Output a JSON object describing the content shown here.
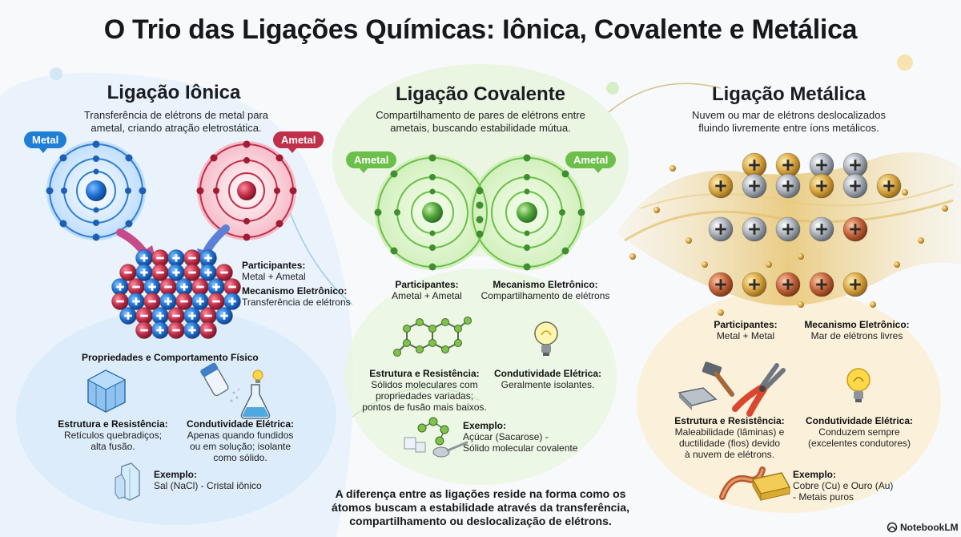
{
  "title": "O Trio das Ligações Químicas: Iônica, Covalente e Metálica",
  "ionic": {
    "title": "Ligação Iônica",
    "subtitle_1": "Transferência de elétrons de metal para",
    "subtitle_2": "ametal, criando atração eletrostática.",
    "tag_metal": "Metal",
    "tag_nonmetal": "Ametal",
    "participants_label": "Participantes:",
    "participants_value": "Metal + Ametal",
    "mechanism_label": "Mecanismo Eletrônico:",
    "mechanism_value": "Transferência de elétrons",
    "properties_heading": "Propriedades e Comportamento Físico",
    "structure_label": "Estrutura e Resistência:",
    "structure_line1": "Retículos quebradiços;",
    "structure_line2": "alta fusão.",
    "conductivity_label": "Condutividade Elétrica:",
    "conductivity_line1": "Apenas quando fundidos",
    "conductivity_line2": "ou em solução; isolante",
    "conductivity_line3": "como sólido.",
    "example_label": "Exemplo:",
    "example_value": "Sal (NaCl) - Cristal iônico"
  },
  "covalent": {
    "title": "Ligação Covalente",
    "subtitle_1": "Compartilhamento de pares de elétrons entre",
    "subtitle_2": "ametais, buscando estabilidade mútua.",
    "tag_left": "Ametal",
    "tag_right": "Ametal",
    "participants_label": "Participantes:",
    "participants_value": "Ametal + Ametal",
    "mechanism_label": "Mecanismo Eletrônico:",
    "mechanism_value": "Compartilhamento de elétrons",
    "structure_label": "Estrutura e Resistência:",
    "structure_line1": "Sólidos moleculares com",
    "structure_line2": "propriedades variadas;",
    "structure_line3": "pontos de fusão mais baixos.",
    "conductivity_label": "Condutividade Elétrica:",
    "conductivity_value": "Geralmente isolantes.",
    "example_label": "Exemplo:",
    "example_line1": "Açúcar (Sacarose) -",
    "example_line2": "Sólido molecular covalente"
  },
  "metallic": {
    "title": "Ligação Metálica",
    "subtitle_1": "Nuvem ou mar de elétrons deslocalizados",
    "subtitle_2": "fluindo livremente entre íons metálicos.",
    "participants_label": "Participantes:",
    "participants_value": "Metal + Metal",
    "mechanism_label": "Mecanismo Eletrônico:",
    "mechanism_value": "Mar de elétrons livres",
    "structure_label": "Estrutura e Resistência:",
    "structure_line1": "Maleabilidade (lâminas) e",
    "structure_line2": "ductilidade (fios) devido",
    "structure_line3": "à nuvem de elétrons.",
    "conductivity_label": "Condutividade Elétrica:",
    "conductivity_line1": "Conduzem sempre",
    "conductivity_line2": "(excelentes condutores)",
    "example_label": "Exemplo:",
    "example_line1": "Cobre (Cu) e Ouro (Au)",
    "example_line2": "- Metais puros"
  },
  "footer": {
    "line1": "A diferença entre as ligações reside na forma como os",
    "line2": "átomos buscam a estabilidade através da transferência,",
    "line3": "compartilhamento ou deslocalização de elétrons.",
    "brand": "NotebookLM"
  },
  "colors": {
    "blue": "#1f7ed6",
    "red": "#c0304a",
    "green": "#6cbf4a",
    "gold": "#d9a641",
    "silver": "#9aa0a8",
    "copper": "#c4643c"
  },
  "icons": [
    "crystal-lattice-icon",
    "salt-shaker-icon",
    "flask-icon",
    "lightbulb-icon",
    "salt-crystal-icon",
    "molecule-icon",
    "sugar-spoon-icon",
    "hammer-icon",
    "pliers-icon",
    "copper-wire-icon",
    "gold-bar-icon",
    "notebooklm-logo-icon"
  ]
}
